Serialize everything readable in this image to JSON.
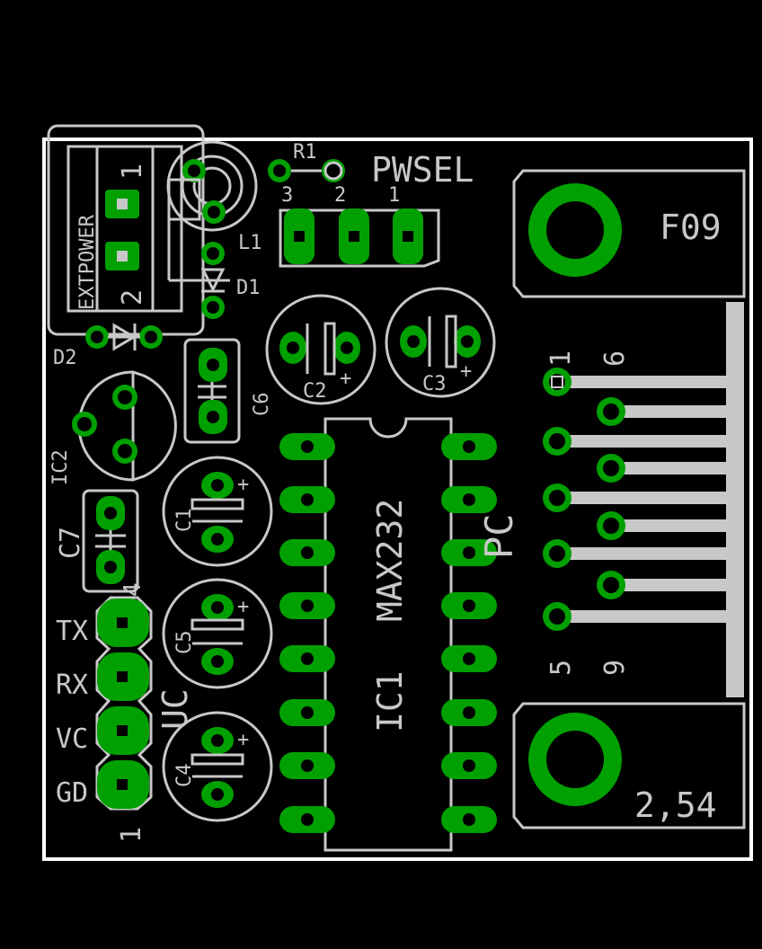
{
  "colors": {
    "background": "#000000",
    "copper": "#00a000",
    "silkscreen": "#c8c8c8",
    "board_outline": "#ffffff"
  },
  "labels": {
    "r1": "R1",
    "pwsel": "PWSEL",
    "l1": "L1",
    "jumper_pins": [
      "3",
      "2",
      "1"
    ],
    "d1": "D1",
    "d2": "D2",
    "extpower": "EXTPOWER",
    "ext_pin1": "1",
    "ext_pin2": "2",
    "c1": "C1",
    "c2": "C2",
    "c3": "C3",
    "c4": "C4",
    "c5": "C5",
    "c6": "C6",
    "c7": "C7",
    "ic1": "IC1",
    "ic2": "IC2",
    "max232": "MAX232",
    "pc": "PC",
    "uc": "UC",
    "f09": "F09",
    "pitch": "2,54",
    "db9_pin1": "1",
    "db9_pin6": "6",
    "db9_pin5": "5",
    "db9_pin9": "9",
    "header_pin4": "4",
    "header_pin1": "1",
    "tx": "TX",
    "rx": "RX",
    "vc": "VC",
    "gd": "GD",
    "polarity_plus": "+"
  }
}
